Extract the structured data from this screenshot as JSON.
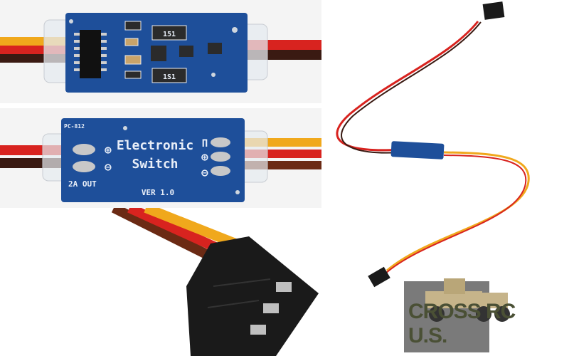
{
  "board_bottom": {
    "title_line1": "Electronic",
    "title_line2": "Switch",
    "output_label": "2A OUT",
    "version": "VER 1.0",
    "part_code": "PC-812",
    "signal_symbol": "Π",
    "plus_symbol": "⊕",
    "minus_symbol": "⊖"
  },
  "board_top": {
    "resistor_code_1": "151",
    "resistor_code_2": "1S1"
  },
  "logo": {
    "brand_text": "CROSS RC",
    "suffix_text": "U.S."
  },
  "colors": {
    "pcb_blue": "#1e4f9a",
    "wire_red": "#d8231f",
    "wire_black": "#3a1a12",
    "wire_yellow": "#f0a81c",
    "wire_brown": "#6b2a14",
    "connector_black": "#1a1a1a",
    "logo_olive": "#4a5035"
  }
}
